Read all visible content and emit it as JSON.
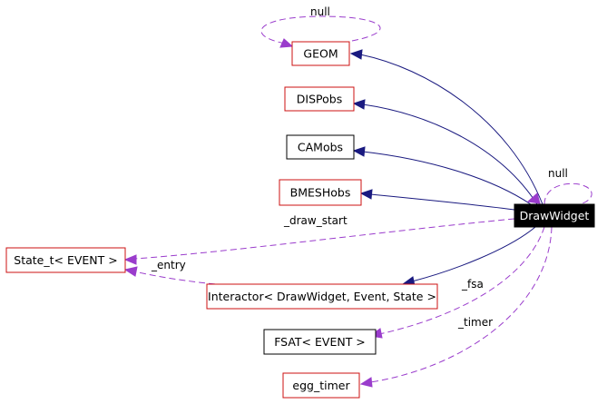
{
  "colors": {
    "node_border_red": "#cc1010",
    "node_border_black": "#000000",
    "inherit_edge": "#1a1a80",
    "usage_edge": "#9a3ccc"
  },
  "nodes": {
    "geom": "GEOM",
    "dispobs": "DISPobs",
    "camobs": "CAMobs",
    "bmeshobs": "BMESHobs",
    "drawwidget": "DrawWidget",
    "state_t": "State_t< EVENT >",
    "interactor": "Interactor< DrawWidget, Event, State >",
    "fsat": "FSAT< EVENT >",
    "egg_timer": "egg_timer"
  },
  "edge_labels": {
    "geom_self": "null",
    "drawwidget_self": "null",
    "draw_start": "_draw_start",
    "entry": "_entry",
    "fsa": "_fsa",
    "timer": "_timer"
  }
}
